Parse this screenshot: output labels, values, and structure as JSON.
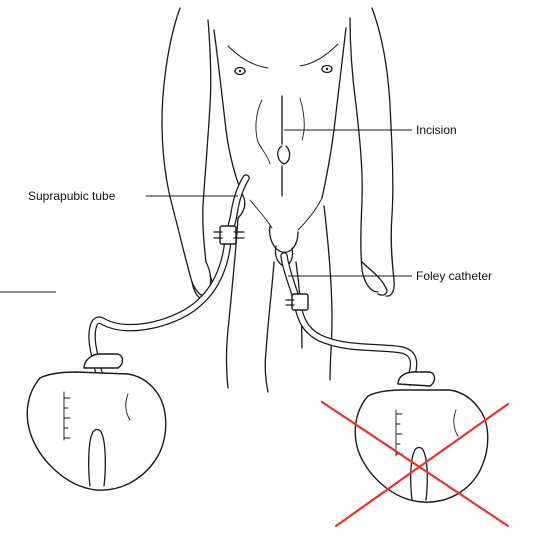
{
  "labels": {
    "incision": "Incision",
    "suprapubic_tube": "Suprapubic tube",
    "foley_catheter": "Foley catheter"
  },
  "colors": {
    "line_art": "#1a1a1a",
    "background": "#ffffff",
    "cross_out": "#e8322e"
  },
  "annotations": {
    "crossed_out_item": "right-drainage-bag"
  }
}
